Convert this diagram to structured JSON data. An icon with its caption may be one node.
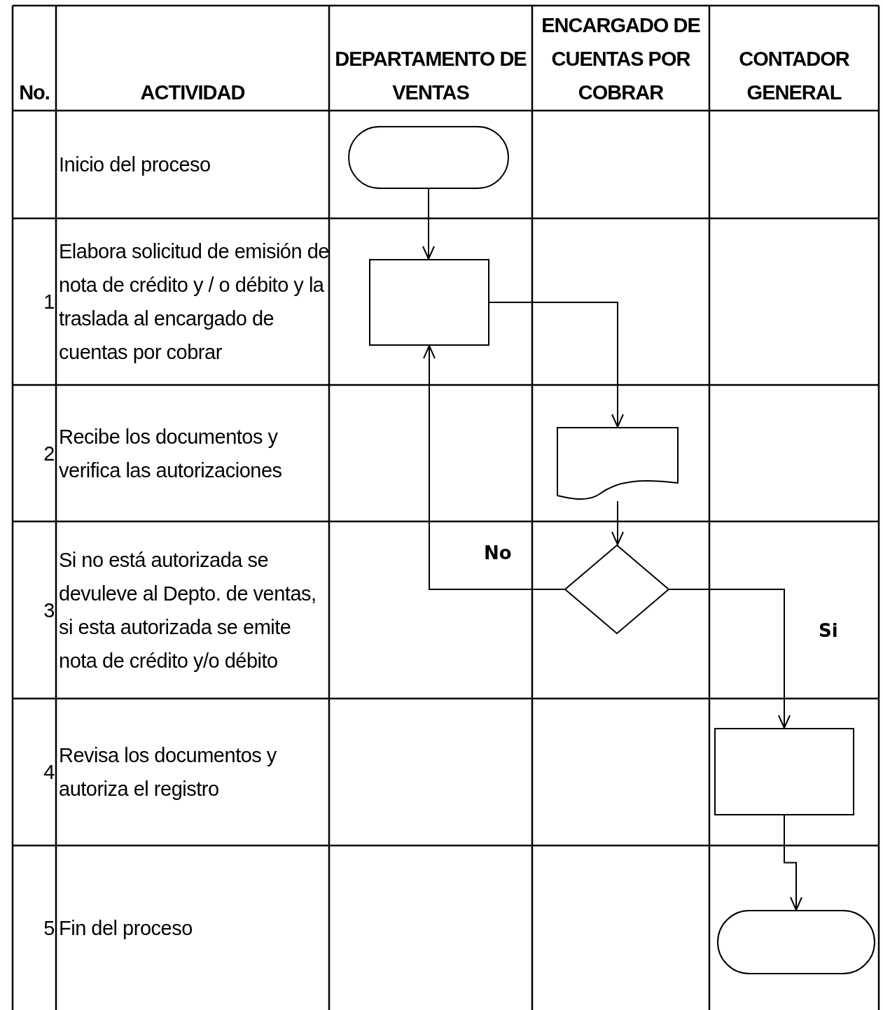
{
  "diagram": {
    "nodes": [
      {
        "text": [],
        "shape": "terminal"
      },
      {
        "text": [],
        "shape": "box"
      },
      {
        "text": [],
        "shape": "document"
      },
      {
        "text": [],
        "shape": "diamond"
      },
      {
        "text": [],
        "shape": "box"
      },
      {
        "text": [],
        "shape": "terminal"
      }
    ],
    "edges": [
      {
        "from": 0,
        "to": 1,
        "arrow": "to"
      },
      {
        "from": 1,
        "to": 2,
        "arrow": "to"
      },
      {
        "from": 2,
        "to": 3,
        "arrow": "to"
      },
      {
        "from": 3,
        "to": 1,
        "arrow": "to",
        "label": "No"
      },
      {
        "from": 3,
        "to": 4,
        "arrow": "to",
        "label": "Si"
      },
      {
        "from": 4,
        "to": 5,
        "arrow": "to"
      }
    ],
    "labels": [
      "No.",
      "ACTIVIDAD",
      "DEPARTAMENTO DE VENTAS",
      "ENCARGADO DE CUENTAS POR COBRAR",
      "CONTADOR GENERAL",
      "Inicio del proceso",
      "1",
      "Elabora solicitud de emisión de nota de crédito y / o débito y la traslada al encargado de cuentas por cobrar",
      "2",
      "Recibe los documentos y verifica las autorizaciones",
      "3",
      "Si no está autorizada se devuleve al Depto. de ventas, si esta autorizada se emite nota de crédito y/o débito",
      "4",
      "Revisa los documentos y autoriza el registro",
      "5",
      "Fin del proceso"
    ]
  }
}
